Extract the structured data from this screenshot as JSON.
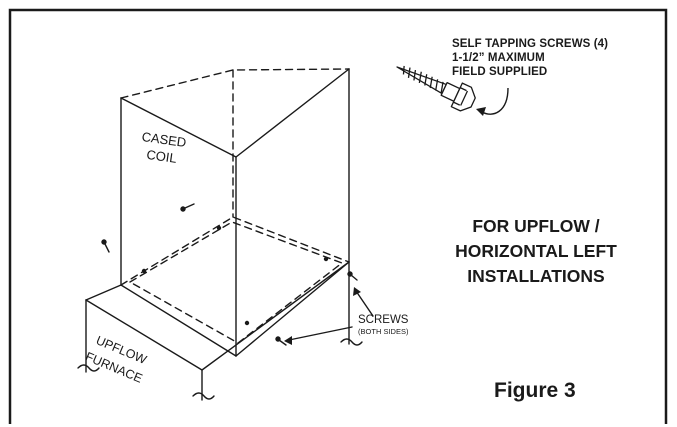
{
  "screw_note": {
    "line1": "SELF TAPPING SCREWS (4)",
    "line2": "1-1/2” MAXIMUM",
    "line3": "FIELD SUPPLIED"
  },
  "installation": {
    "line1": "FOR UPFLOW /",
    "line2": "HORIZONTAL LEFT",
    "line3": "INSTALLATIONS"
  },
  "coil": {
    "line1": "CASED",
    "line2": "COIL"
  },
  "furnace": {
    "line1": "UPFLOW",
    "line2": "FURNACE"
  },
  "screws": {
    "label": "SCREWS",
    "sublabel": "(BOTH SIDES)"
  },
  "figure_label": "Figure 3"
}
